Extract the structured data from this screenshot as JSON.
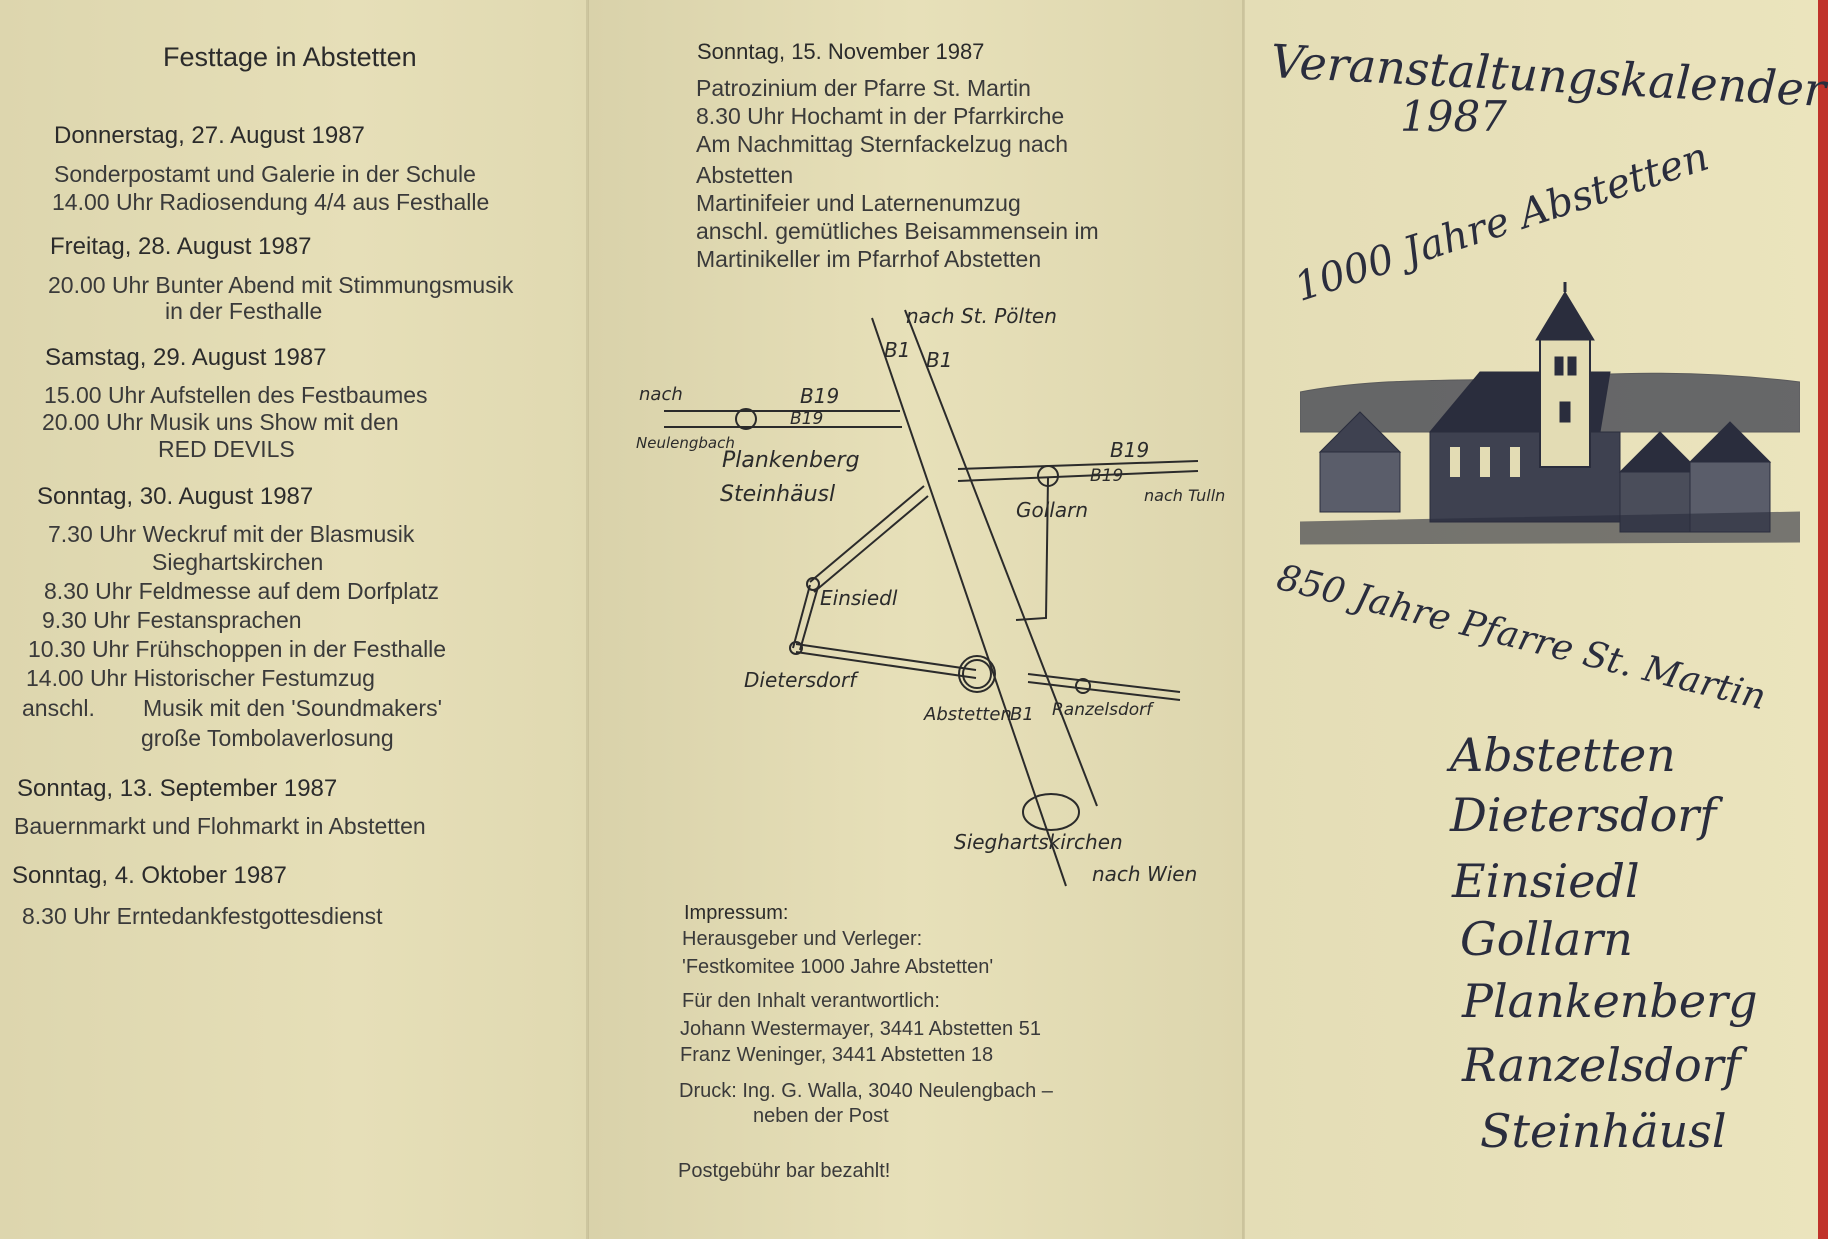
{
  "left": {
    "title": "Festtage in Abstetten",
    "events": [
      {
        "date": "Donnerstag, 27. August 1987",
        "lines": [
          "Sonderpostamt und Galerie in der Schule",
          "14.00 Uhr Radiosendung 4/4 aus Festhalle"
        ]
      },
      {
        "date": "Freitag, 28. August 1987",
        "lines": [
          "20.00 Uhr Bunter Abend mit Stimmungsmusik",
          "in der Festhalle"
        ]
      },
      {
        "date": "Samstag, 29. August 1987",
        "lines": [
          "15.00 Uhr Aufstellen des Festbaumes",
          "20.00 Uhr Musik uns Show mit den",
          "RED DEVILS"
        ]
      },
      {
        "date": "Sonntag, 30. August 1987",
        "lines": [
          "7.30 Uhr Weckruf mit der Blasmusik",
          "Sieghartskirchen",
          "8.30 Uhr Feldmesse auf dem Dorfplatz",
          "9.30 Uhr Festansprachen",
          "10.30 Uhr Frühschoppen in der Festhalle",
          "14.00 Uhr Historischer Festumzug",
          "anschl.",
          "Musik mit den 'Soundmakers'",
          "große Tombolaverlosung"
        ]
      },
      {
        "date": "Sonntag, 13. September 1987",
        "lines": [
          "Bauernmarkt und Flohmarkt in Abstetten"
        ]
      },
      {
        "date": "Sonntag, 4. Oktober 1987",
        "lines": [
          "8.30 Uhr Erntedankfestgottesdienst"
        ]
      }
    ]
  },
  "middle": {
    "date": "Sonntag, 15. November 1987",
    "lines": [
      "Patrozinium der Pfarre St. Martin",
      "8.30 Uhr Hochamt in der Pfarrkirche",
      "Am Nachmittag Sternfackelzug nach",
      "Abstetten",
      "Martinifeier und Laternenumzug",
      "anschl. gemütliches Beisammensein im",
      "Martinikeller im Pfarrhof Abstetten"
    ],
    "map": {
      "labels": {
        "nach_st_poelten": "nach St. Pölten",
        "b1_a": "B1",
        "b1_b": "B1",
        "nach_left": "nach",
        "neulengbach": "Neulengbach",
        "b19_a": "B19",
        "b19_b": "B19",
        "plankenberg": "Plankenberg",
        "steinhaeusl": "Steinhäusl",
        "b19_c": "B19",
        "b19_d": "B19",
        "gollarn": "Gollarn",
        "nach_tulln": "nach Tulln",
        "einsiedl": "Einsiedl",
        "dietersdorf": "Dietersdorf",
        "abstetten": "Abstetten",
        "b1_c": "B1",
        "ranzelsdorf": "Ranzelsdorf",
        "sieghartskirchen": "Sieghartskirchen",
        "nach_wien": "nach Wien"
      }
    },
    "impressum": {
      "title": "Impressum:",
      "lines": [
        "Herausgeber und Verleger:",
        "'Festkomitee 1000 Jahre Abstetten'",
        "Für den Inhalt verantwortlich:",
        "Johann Westermayer, 3441 Abstetten 51",
        "Franz Weninger, 3441 Abstetten 18",
        "Druck: Ing. G. Walla, 3040 Neulengbach –",
        "neben der Post",
        "Postgebühr bar bezahlt!"
      ]
    }
  },
  "right": {
    "title": "Veranstaltungskalender",
    "year": "1987",
    "arc_top": "1000 Jahre Abstetten",
    "arc_bottom": "850 Jahre Pfarre St. Martin",
    "villages": [
      "Abstetten",
      "Dietersdorf",
      "Einsiedl",
      "Gollarn",
      "Plankenberg",
      "Ranzelsdorf",
      "Steinhäusl"
    ]
  },
  "colors": {
    "paper": "#e3dcb4",
    "ink": "#2a2d3d",
    "background": "#c0322a"
  }
}
